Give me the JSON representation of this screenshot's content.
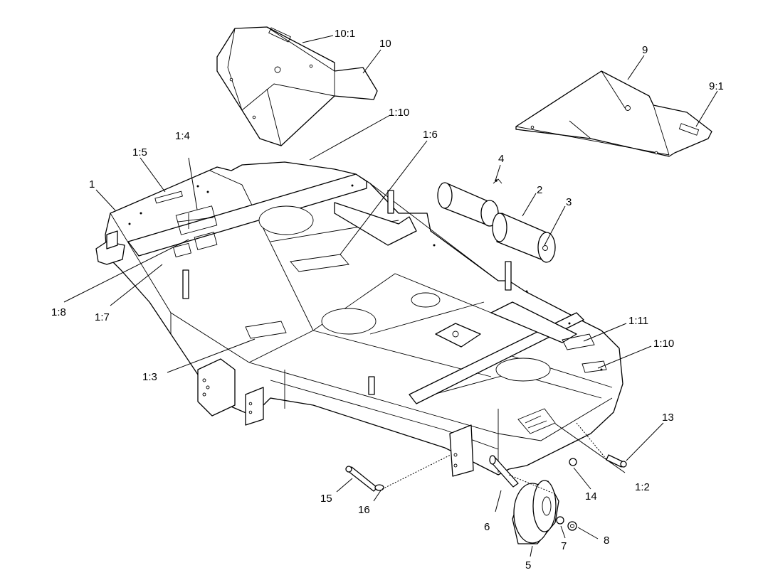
{
  "diagram": {
    "callouts": [
      {
        "id": "c-10-1",
        "text": "10:1"
      },
      {
        "id": "c-10",
        "text": "10"
      },
      {
        "id": "c-9",
        "text": "9"
      },
      {
        "id": "c-9-1",
        "text": "9:1"
      },
      {
        "id": "c-1-10-top",
        "text": "1:10"
      },
      {
        "id": "c-1-6",
        "text": "1:6"
      },
      {
        "id": "c-1-4",
        "text": "1:4"
      },
      {
        "id": "c-1-5",
        "text": "1:5"
      },
      {
        "id": "c-1",
        "text": "1"
      },
      {
        "id": "c-4",
        "text": "4"
      },
      {
        "id": "c-2",
        "text": "2"
      },
      {
        "id": "c-3",
        "text": "3"
      },
      {
        "id": "c-1-8",
        "text": "1:8"
      },
      {
        "id": "c-1-7",
        "text": "1:7"
      },
      {
        "id": "c-1-3",
        "text": "1:3"
      },
      {
        "id": "c-1-11",
        "text": "1:11"
      },
      {
        "id": "c-1-10-right",
        "text": "1:10"
      },
      {
        "id": "c-13",
        "text": "13"
      },
      {
        "id": "c-1-2",
        "text": "1:2"
      },
      {
        "id": "c-14",
        "text": "14"
      },
      {
        "id": "c-15",
        "text": "15"
      },
      {
        "id": "c-16",
        "text": "16"
      },
      {
        "id": "c-6",
        "text": "6"
      },
      {
        "id": "c-5",
        "text": "5"
      },
      {
        "id": "c-7",
        "text": "7"
      },
      {
        "id": "c-8",
        "text": "8"
      }
    ]
  }
}
